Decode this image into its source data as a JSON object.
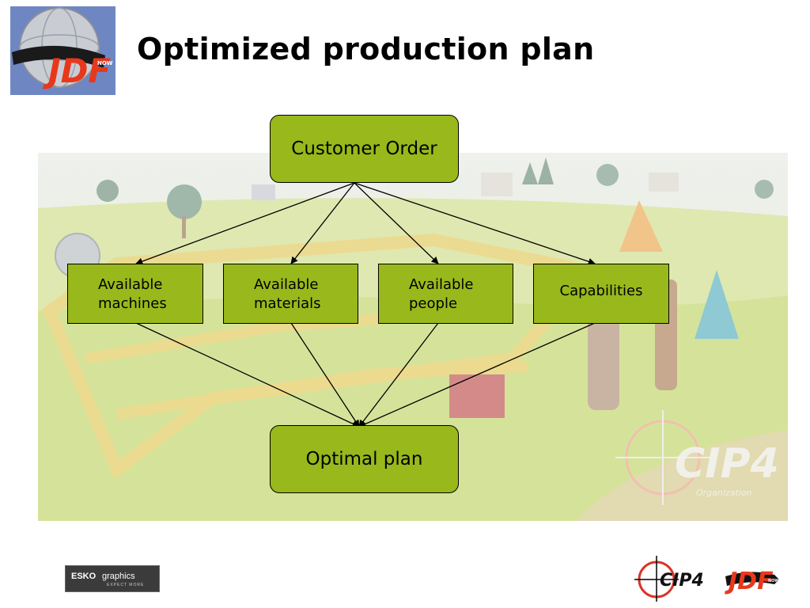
{
  "slide": {
    "title": "Optimized production plan"
  },
  "diagram": {
    "top_node": "Customer Order",
    "middle_nodes": [
      {
        "line1": "Available",
        "line2": "machines"
      },
      {
        "line1": "Available",
        "line2": "materials"
      },
      {
        "line1": "Available",
        "line2": "people"
      },
      {
        "line1": "Capabilities",
        "line2": ""
      }
    ],
    "bottom_node": "Optimal plan",
    "node_color": "#99b81b"
  },
  "logos": {
    "jdf_top_text": "JDF",
    "jdf_top_badge": "NOW",
    "background_watermark": "CIP4",
    "background_watermark_sub": "Organization",
    "esko_brand": "ESKO",
    "esko_sub": "graphics",
    "esko_tagline": "EXPECT MORE",
    "cip4_bottom_text": "CIP4",
    "jdf_bottom_text": "JDF",
    "jdf_bottom_badge": "NOW"
  }
}
